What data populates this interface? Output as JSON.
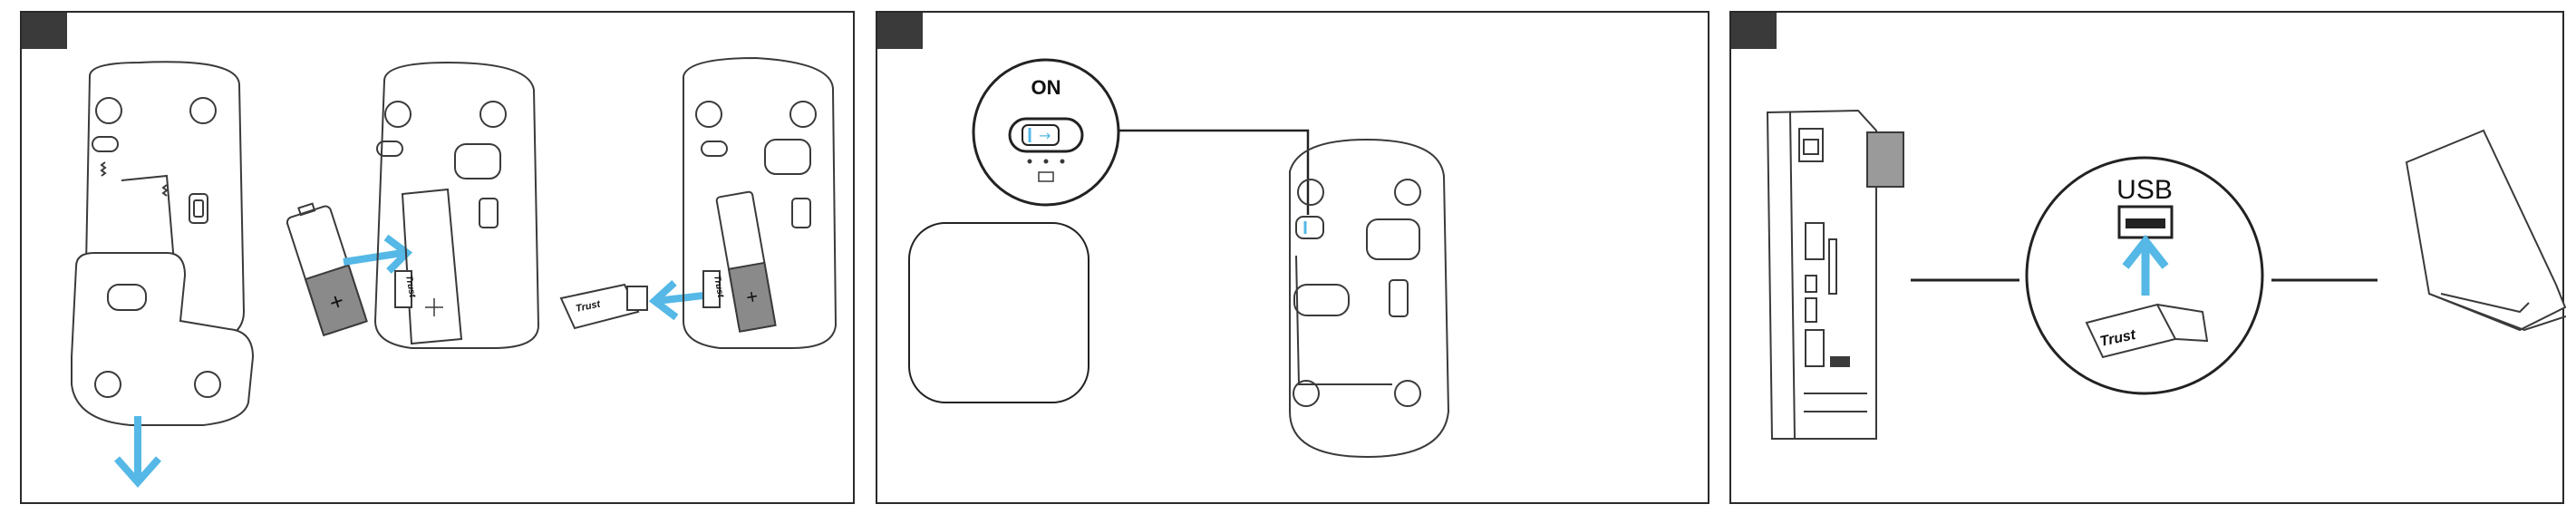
{
  "steps": [
    {
      "badge": ""
    },
    {
      "badge": ""
    },
    {
      "badge": ""
    }
  ],
  "panel1": {
    "battery_symbol": "+",
    "receiver_brand": "Trust",
    "arrow_color": "#55b8e6"
  },
  "panel2": {
    "switch_state_label": "ON",
    "switch_arrow": "→"
  },
  "panel3": {
    "port_label": "USB",
    "receiver_brand": "Trust",
    "arrow_color": "#55b8e6"
  },
  "colors": {
    "outline": "#3a3a3a",
    "accent_blue": "#55b8e6",
    "badge": "#3a3a3a",
    "battery_gray": "#8a8a8a"
  }
}
